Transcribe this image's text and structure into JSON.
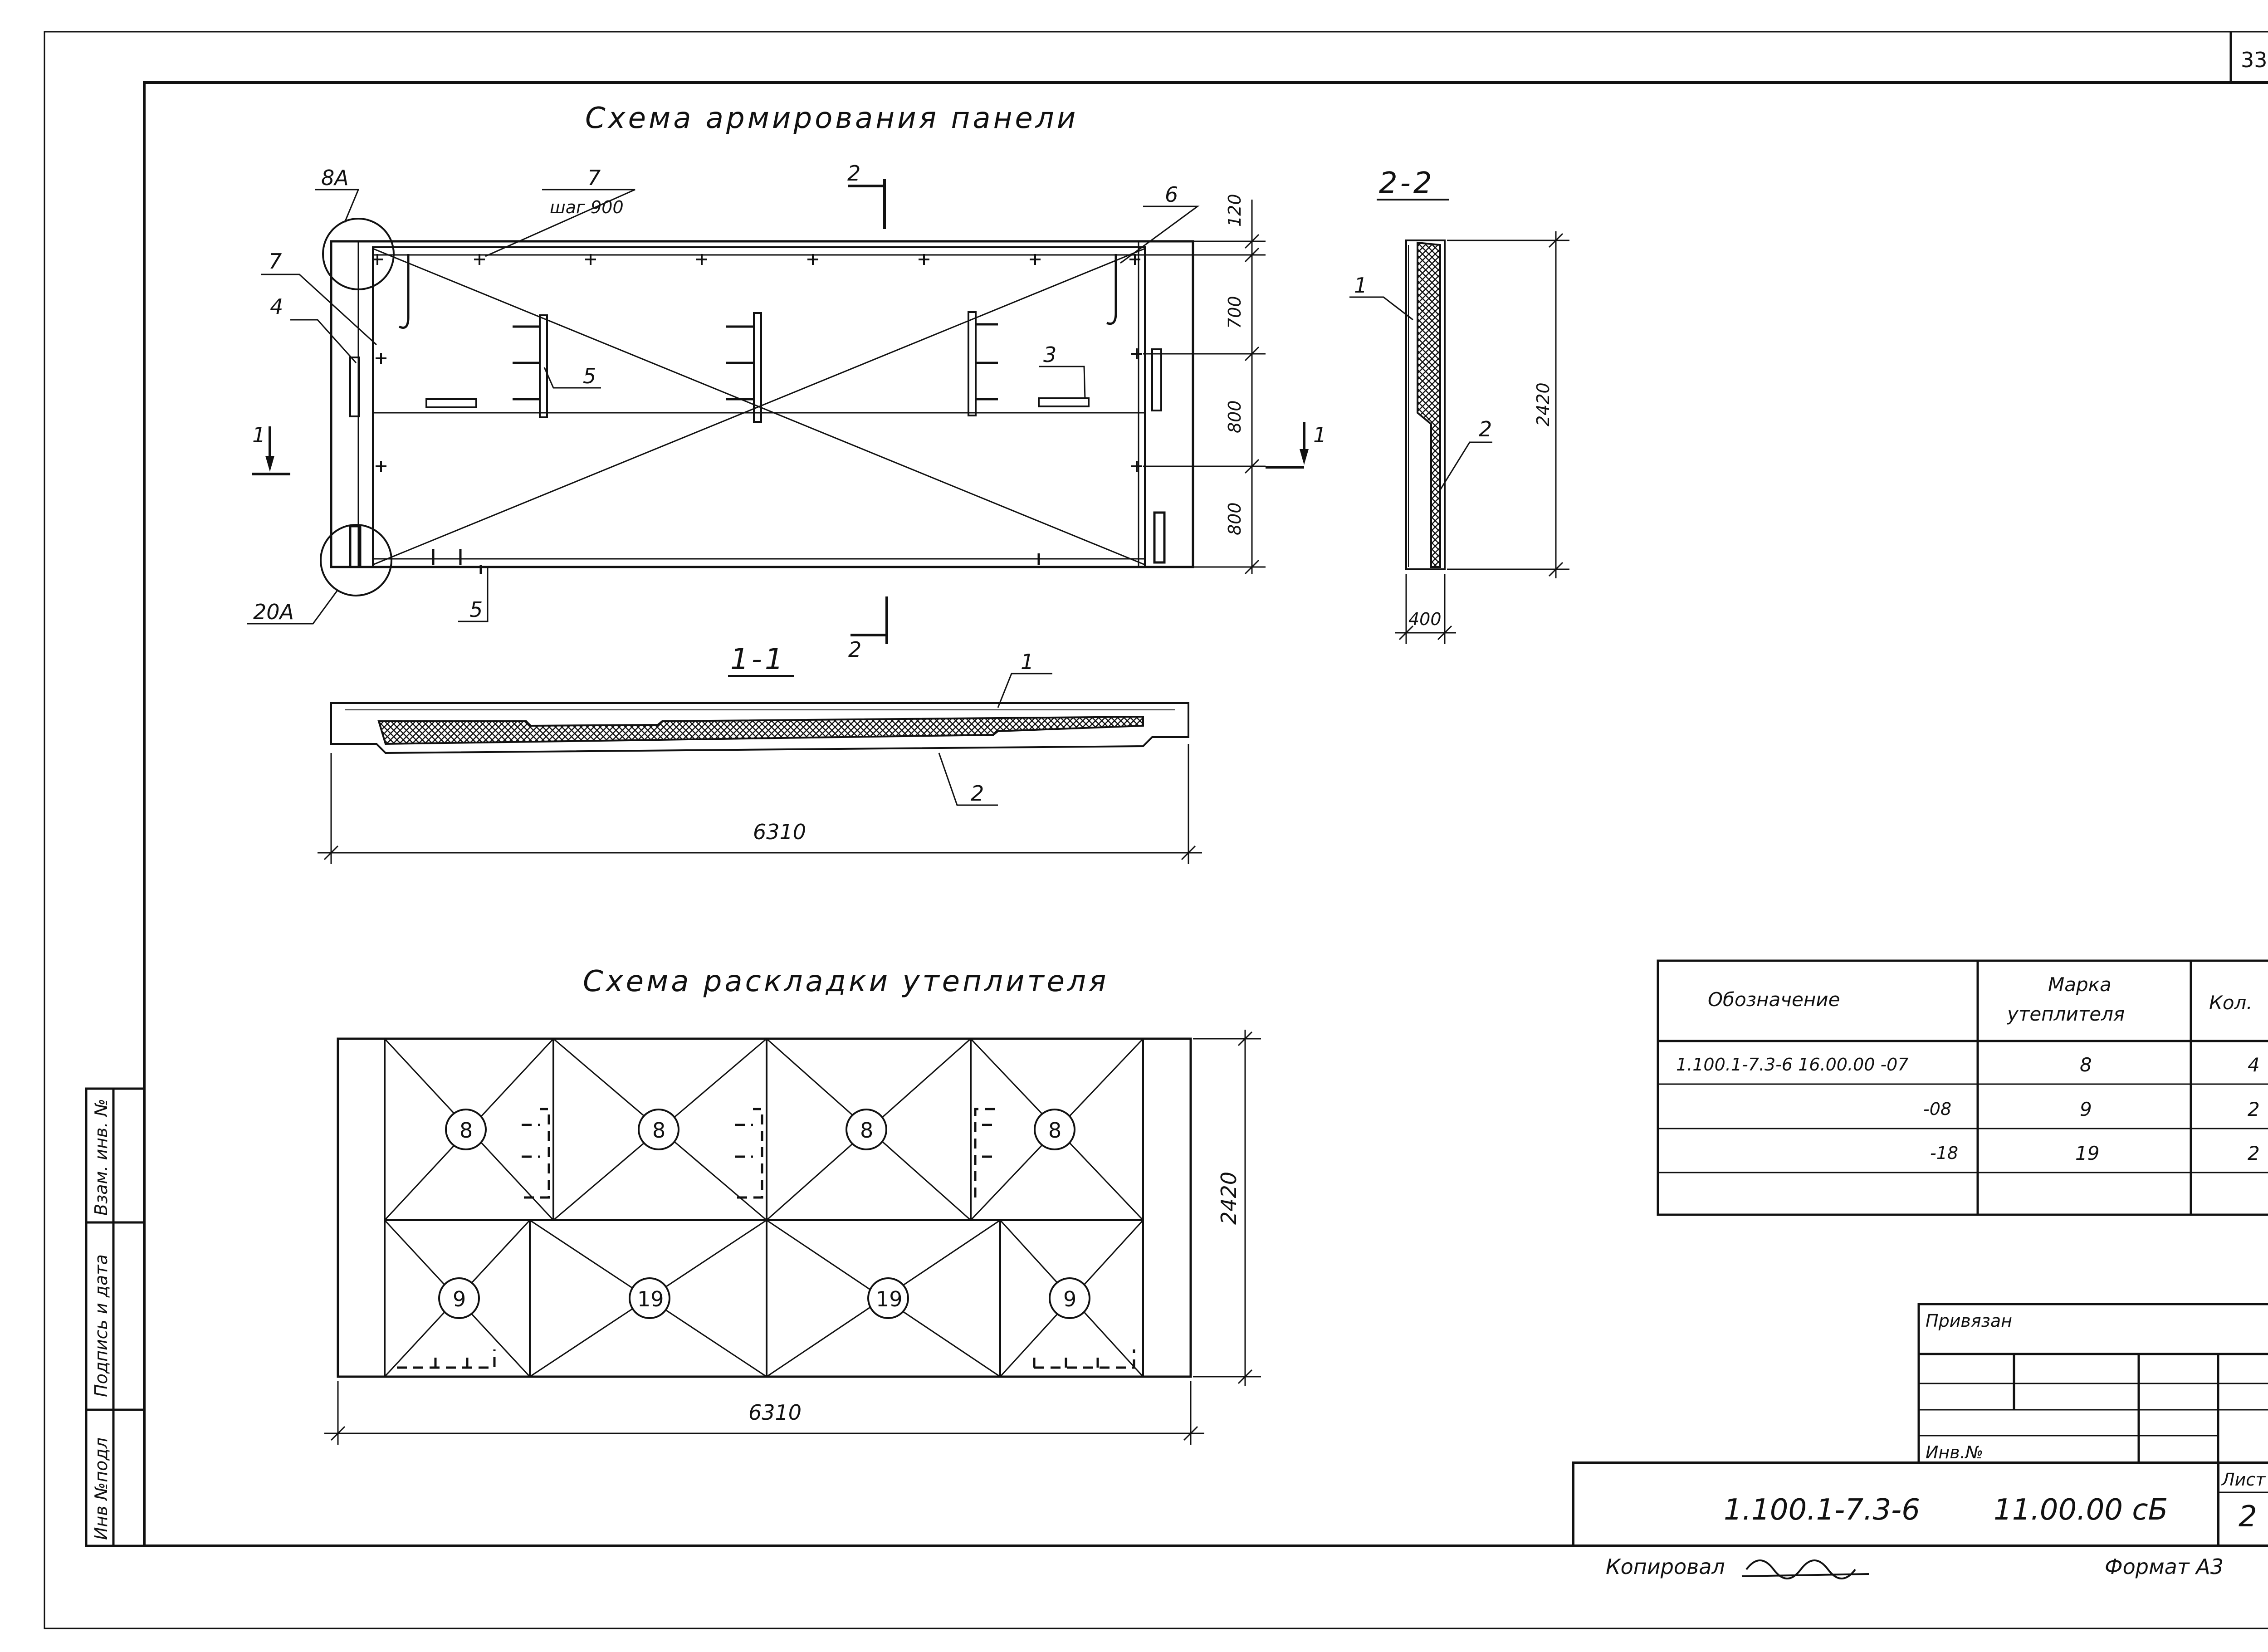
{
  "page_number": "33",
  "titles": {
    "reinforcement": "Схема армирования панели",
    "insulation": "Схема раскладки утеплителя",
    "section_11": "1-1",
    "section_22": "2-2"
  },
  "reinforcement_labels": {
    "l8a": "8А",
    "l7_top": "7",
    "l7_step": "шаг 900",
    "l6": "6",
    "l7_left": "7",
    "l4": "4",
    "l5_mid": "5",
    "l3": "3",
    "l1_left": "1",
    "l1_right": "1",
    "l2_top": "2",
    "l2_bottom": "2",
    "l20a": "20А",
    "l5_bottom": "5"
  },
  "dimensions": {
    "d120": "120",
    "d700": "700",
    "d800a": "800",
    "d800b": "800",
    "width_11": "6310",
    "width_ins": "6310",
    "height_ins": "2420",
    "height_22": "2420",
    "thick_22": "400"
  },
  "section_labels": {
    "s11_1": "1",
    "s11_2": "2",
    "s22_1": "1",
    "s22_2": "2"
  },
  "insulation_marks": {
    "top": [
      "8",
      "8",
      "8",
      "8"
    ],
    "bottom": [
      "9",
      "19",
      "19",
      "9"
    ]
  },
  "spec_table": {
    "headers": [
      "Обозначение",
      "Марка",
      "утеплителя",
      "Кол."
    ],
    "rows": [
      {
        "designation": "1.100.1-7.3-6   16.00.00 -07",
        "mark": "8",
        "qty": "4"
      },
      {
        "designation": "-08",
        "mark": "9",
        "qty": "2"
      },
      {
        "designation": "-18",
        "mark": "19",
        "qty": "2"
      }
    ]
  },
  "side_stamp": {
    "inv_orig": "Инв №подл",
    "sign_date": "Подпись и дата",
    "replace_inv": "Взам. инв. №"
  },
  "title_block": {
    "tied": "Привязан",
    "inv_no": "Инв.№",
    "doc_code": "1.100.1-7.3-6",
    "doc_number": "11.00.00 сБ",
    "sheet_label": "Лист",
    "sheet_number": "2",
    "copied": "Копировал",
    "format": "Формат А3"
  }
}
